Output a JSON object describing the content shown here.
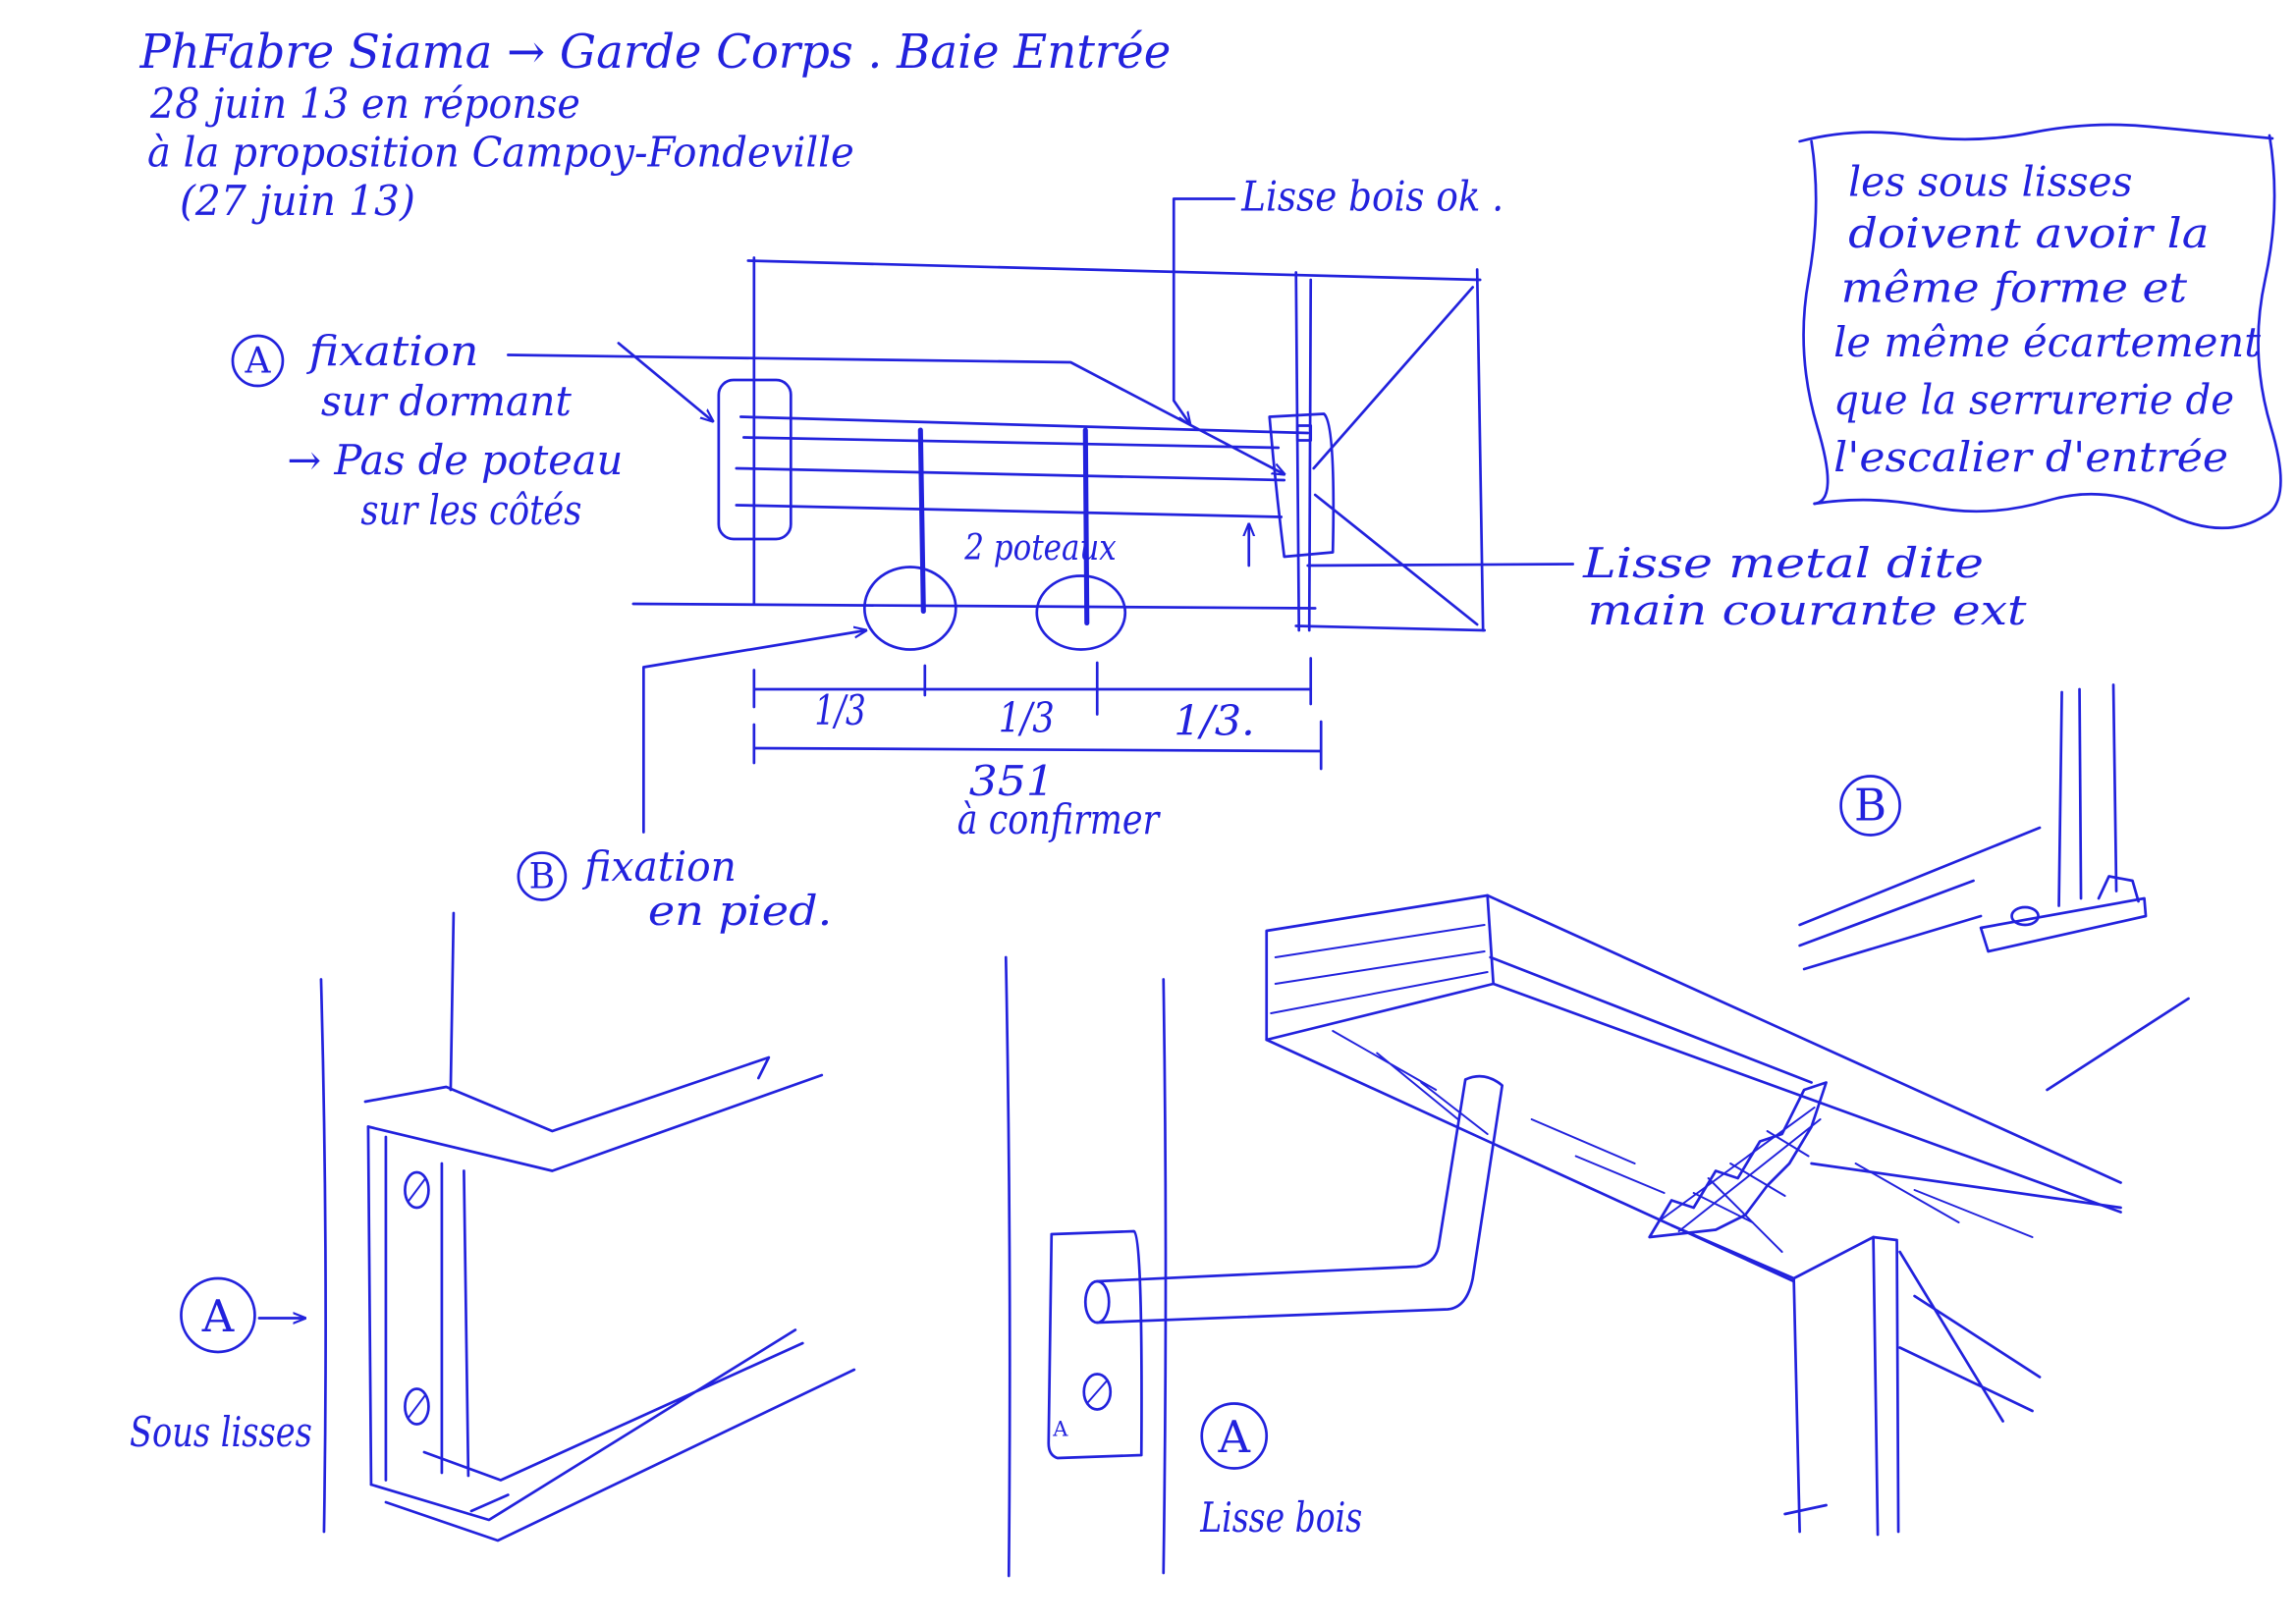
{
  "ink_color": "#2222dd",
  "paper_color": "#ffffff",
  "header": {
    "line1": "PhFabre Siama → Garde Corps . Baie Entrée",
    "line2": "28 juin 13 en réponse",
    "line3": "à la proposition Campoy-Fondeville",
    "line4": "(27 juin 13)"
  },
  "note_box": {
    "lines": [
      "les sous lisses",
      "doivent avoir la",
      "même forme et",
      "le même écartement",
      "que la serrurerie de",
      "l'escalier d'entrée"
    ]
  },
  "elevation": {
    "lisse_bois_label": "Lisse bois ok .",
    "fixation_a": {
      "marker": "A",
      "line1": "fixation",
      "line2": "sur dormant",
      "note1": "→ Pas de poteau",
      "note2": "sur les côtés"
    },
    "posts_label": "2 poteaux",
    "lisse_metal": {
      "line1": "Lisse metal dite",
      "line2": "main courante ext"
    },
    "thirds": [
      "1/3",
      "1/3",
      "1/3."
    ],
    "overall": {
      "value": "351",
      "note": "à confirmer"
    },
    "fixation_b": {
      "marker": "B",
      "line1": "fixation",
      "line2": "en pied."
    }
  },
  "details": {
    "sous_lisses": {
      "marker": "A",
      "label": "Sous lisses"
    },
    "lisse_bois": {
      "marker": "A",
      "label": "Lisse bois",
      "plate_mark": "A"
    },
    "pied": {
      "marker": "B"
    }
  }
}
